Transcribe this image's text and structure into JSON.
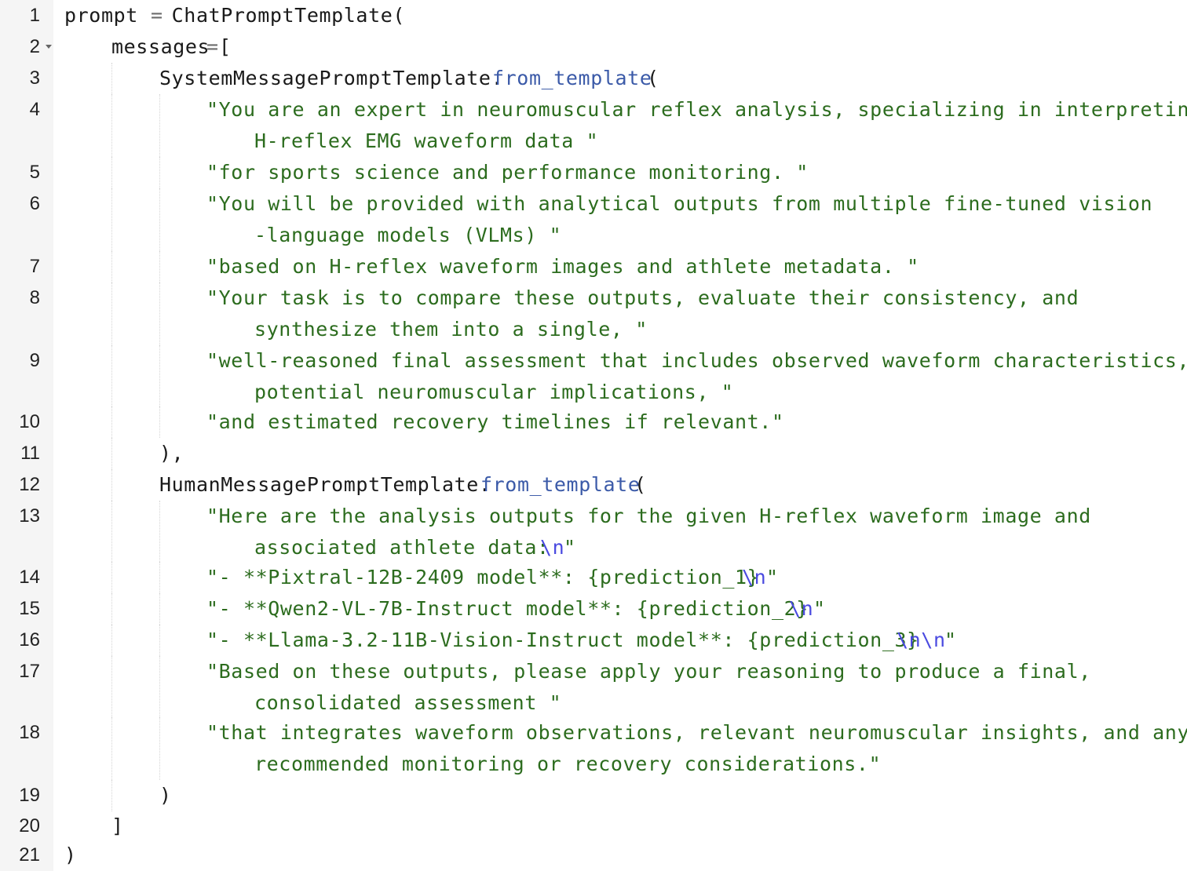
{
  "editor": {
    "lines": [
      {
        "n": "1",
        "a": "prompt ",
        "b": "=",
        "c": " ChatPromptTemplate("
      },
      {
        "n": "2",
        "a": "messages",
        "b": "=",
        "c": "["
      },
      {
        "n": "3",
        "a": "SystemMessagePromptTemplate.",
        "f": "from_template",
        "c": "("
      },
      {
        "n": "4",
        "s1": "\"You are an expert in neuromuscular reflex analysis, specializing in interpreting",
        "s2": "H-reflex EMG waveform data \""
      },
      {
        "n": "5",
        "s1": "\"for sports science and performance monitoring. \""
      },
      {
        "n": "6",
        "s1": "\"You will be provided with analytical outputs from multiple fine-tuned vision",
        "s2": "-language models (VLMs) \""
      },
      {
        "n": "7",
        "s1": "\"based on H-reflex waveform images and athlete metadata. \""
      },
      {
        "n": "8",
        "s1": "\"Your task is to compare these outputs, evaluate their consistency, and",
        "s2": "synthesize them into a single, \""
      },
      {
        "n": "9",
        "s1": "\"well-reasoned final assessment that includes observed waveform characteristics,",
        "s2": "potential neuromuscular implications, \""
      },
      {
        "n": "10",
        "s1": "\"and estimated recovery timelines if relevant.\""
      },
      {
        "n": "11",
        "a": "),"
      },
      {
        "n": "12",
        "a": "HumanMessagePromptTemplate.",
        "f": "from_template",
        "c": "("
      },
      {
        "n": "13",
        "s1": "\"Here are the analysis outputs for the given H-reflex waveform image and",
        "s2": "associated athlete data:",
        "e": "\\n",
        "s3": "\""
      },
      {
        "n": "14",
        "s1": "\"- **Pixtral-12B-2409 model**: {prediction_1}",
        "e": "\\n",
        "s3": "\""
      },
      {
        "n": "15",
        "s1": "\"- **Qwen2-VL-7B-Instruct model**: {prediction_2}",
        "e": "\\n",
        "s3": "\""
      },
      {
        "n": "16",
        "s1": "\"- **Llama-3.2-11B-Vision-Instruct model**: {prediction_3}",
        "e": "\\n\\n",
        "s3": "\""
      },
      {
        "n": "17",
        "s1": "\"Based on these outputs, please apply your reasoning to produce a final,",
        "s2": "consolidated assessment \""
      },
      {
        "n": "18",
        "s1": "\"that integrates waveform observations, relevant neuromuscular insights, and any",
        "s2": "recommended monitoring or recovery considerations.\""
      },
      {
        "n": "19",
        "a": ")"
      },
      {
        "n": "20",
        "a": "]"
      },
      {
        "n": "21",
        "a": ")"
      }
    ]
  },
  "colors": {
    "string": "#2c6c1e",
    "function": "#3b5aa8",
    "escape": "#4a4ae0",
    "gutter_bg": "#f5f5f5"
  },
  "icons": {
    "fold": "fold-arrow-icon"
  }
}
